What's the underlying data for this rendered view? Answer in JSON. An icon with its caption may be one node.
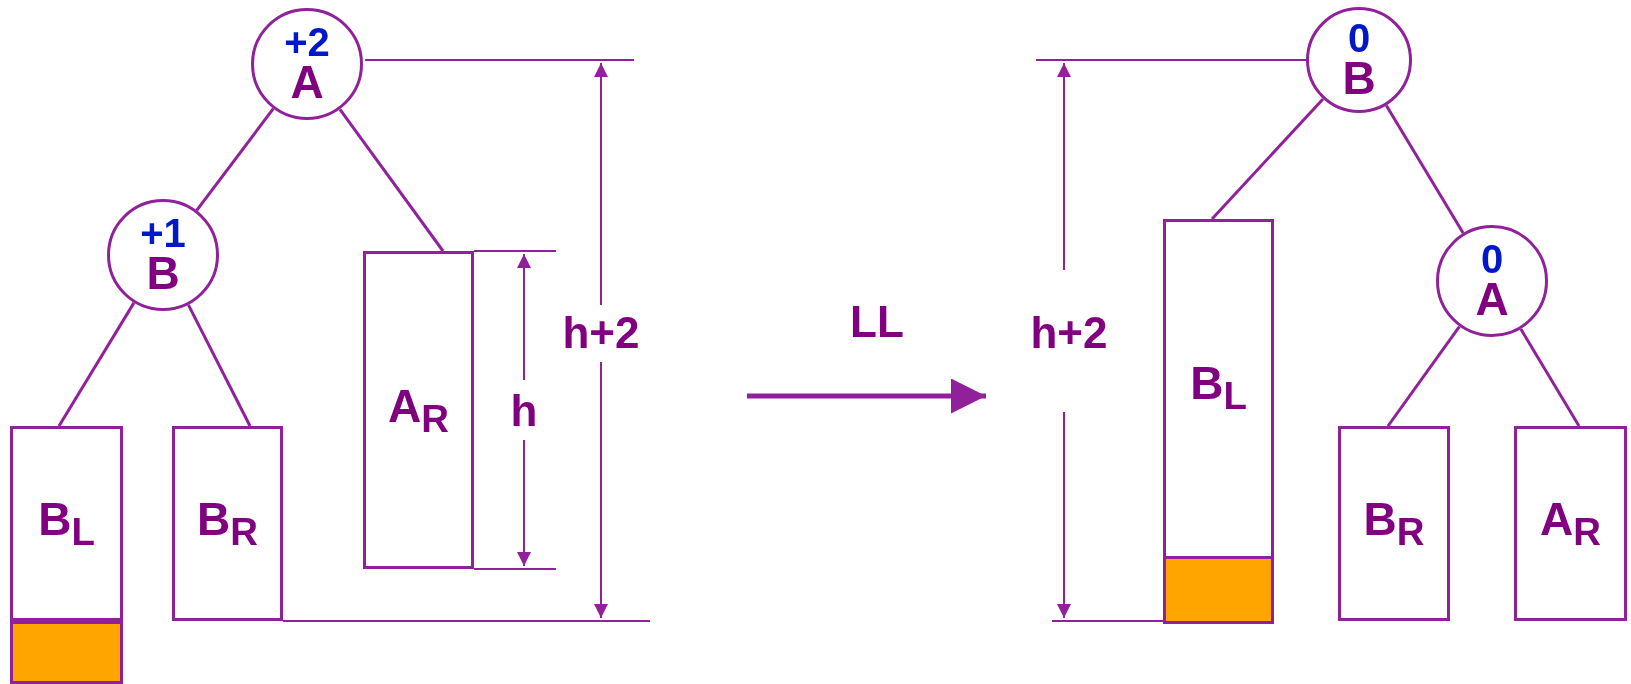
{
  "diagram": {
    "nodes": [
      {
        "text": [
          "+2",
          "A"
        ]
      },
      {
        "text": [
          "+1",
          "B"
        ]
      },
      {
        "text": [
          "B$_{L}$"
        ]
      },
      {
        "text": [],
        "shape": "box"
      },
      {
        "text": [
          "B$_{R}$"
        ]
      },
      {
        "text": [
          "A$_{R}$"
        ]
      },
      {
        "text": [
          "0",
          "B"
        ]
      },
      {
        "text": [
          "B$_{L}$"
        ]
      },
      {
        "text": [],
        "shape": "box",
        "in": 7
      },
      {
        "text": [
          "0",
          "A"
        ]
      },
      {
        "text": [
          "B$_{R}$"
        ]
      },
      {
        "text": [
          "A$_{R}$"
        ]
      }
    ],
    "edges": [
      {
        "from": 0,
        "to": 1,
        "arrow": "none"
      },
      {
        "from": 0,
        "to": 5,
        "arrow": "none"
      },
      {
        "from": 1,
        "to": 2,
        "arrow": "none"
      },
      {
        "from": 1,
        "to": 4,
        "arrow": "none"
      },
      {
        "from": 6,
        "to": 7,
        "arrow": "none"
      },
      {
        "from": 6,
        "to": 9,
        "arrow": "none"
      },
      {
        "from": 9,
        "to": 10,
        "arrow": "none"
      },
      {
        "from": 9,
        "to": 11,
        "arrow": "none"
      }
    ],
    "labels": [
      "h+2",
      "h",
      "LL",
      "h+2"
    ]
  }
}
